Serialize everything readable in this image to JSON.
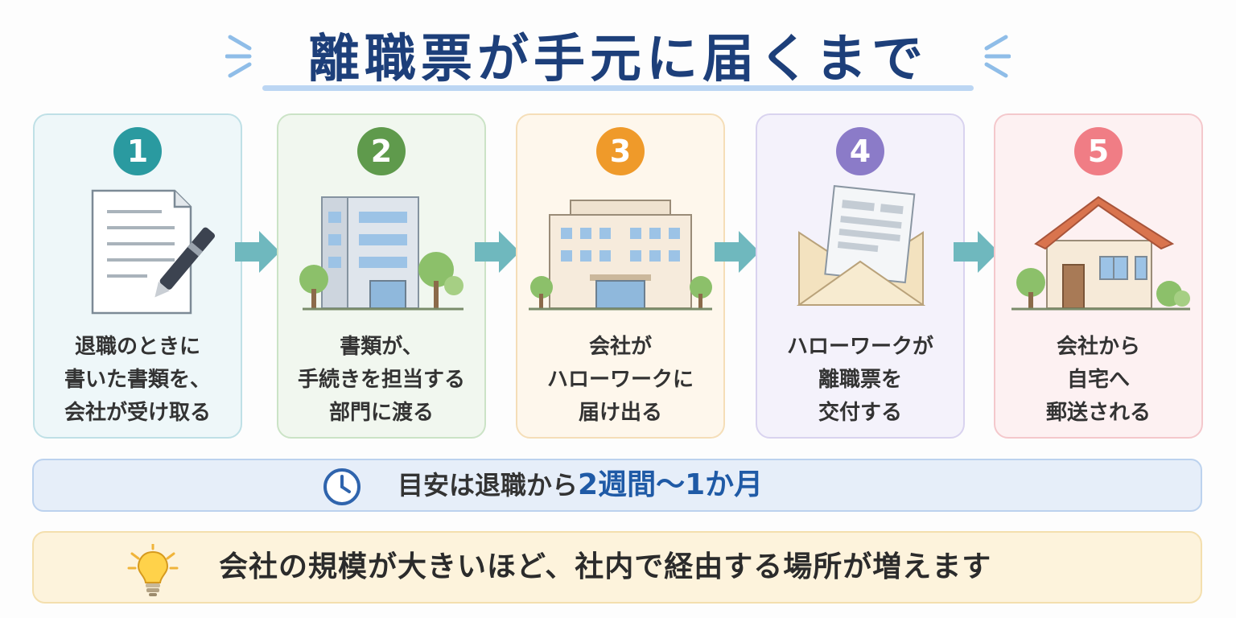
{
  "title": "離職票が手元に届くまで",
  "steps": [
    {
      "number": "1",
      "color": "#2a9aa0",
      "bg": "#eef7f9",
      "border": "#bfe0e6",
      "lines": [
        "退職のときに",
        "書いた書類を、",
        "会社が受け取る"
      ],
      "icon": "document-pen-icon"
    },
    {
      "number": "2",
      "color": "#5f9a4c",
      "bg": "#f1f7ef",
      "border": "#cbe3c6",
      "lines": [
        "書類が、",
        "手続きを担当する",
        "部門に渡る"
      ],
      "icon": "office-building-icon"
    },
    {
      "number": "3",
      "color": "#ef9a2a",
      "bg": "#fef7ec",
      "border": "#f5deb8",
      "lines": [
        "会社が",
        "ハローワークに",
        "届け出る"
      ],
      "icon": "company-building-icon"
    },
    {
      "number": "4",
      "color": "#8b7bc8",
      "bg": "#f4f2fb",
      "border": "#d9d3ef",
      "lines": [
        "ハローワークが",
        "離職票を",
        "交付する"
      ],
      "icon": "envelope-letter-icon"
    },
    {
      "number": "5",
      "color": "#f07d85",
      "bg": "#fdf1f2",
      "border": "#f4c8cc",
      "lines": [
        "会社から",
        "自宅へ",
        "郵送される"
      ],
      "icon": "house-icon"
    }
  ],
  "duration": {
    "prefix": "目安は退職から",
    "highlight": "2週間〜1か月",
    "icon": "clock-icon"
  },
  "tip": {
    "text": "会社の規模が大きいほど、社内で経由する場所が増えます",
    "icon": "lightbulb-icon"
  },
  "colors": {
    "title": "#1d3f7a",
    "accent": "#1f5aa6",
    "arrow": "#6fb8be"
  }
}
